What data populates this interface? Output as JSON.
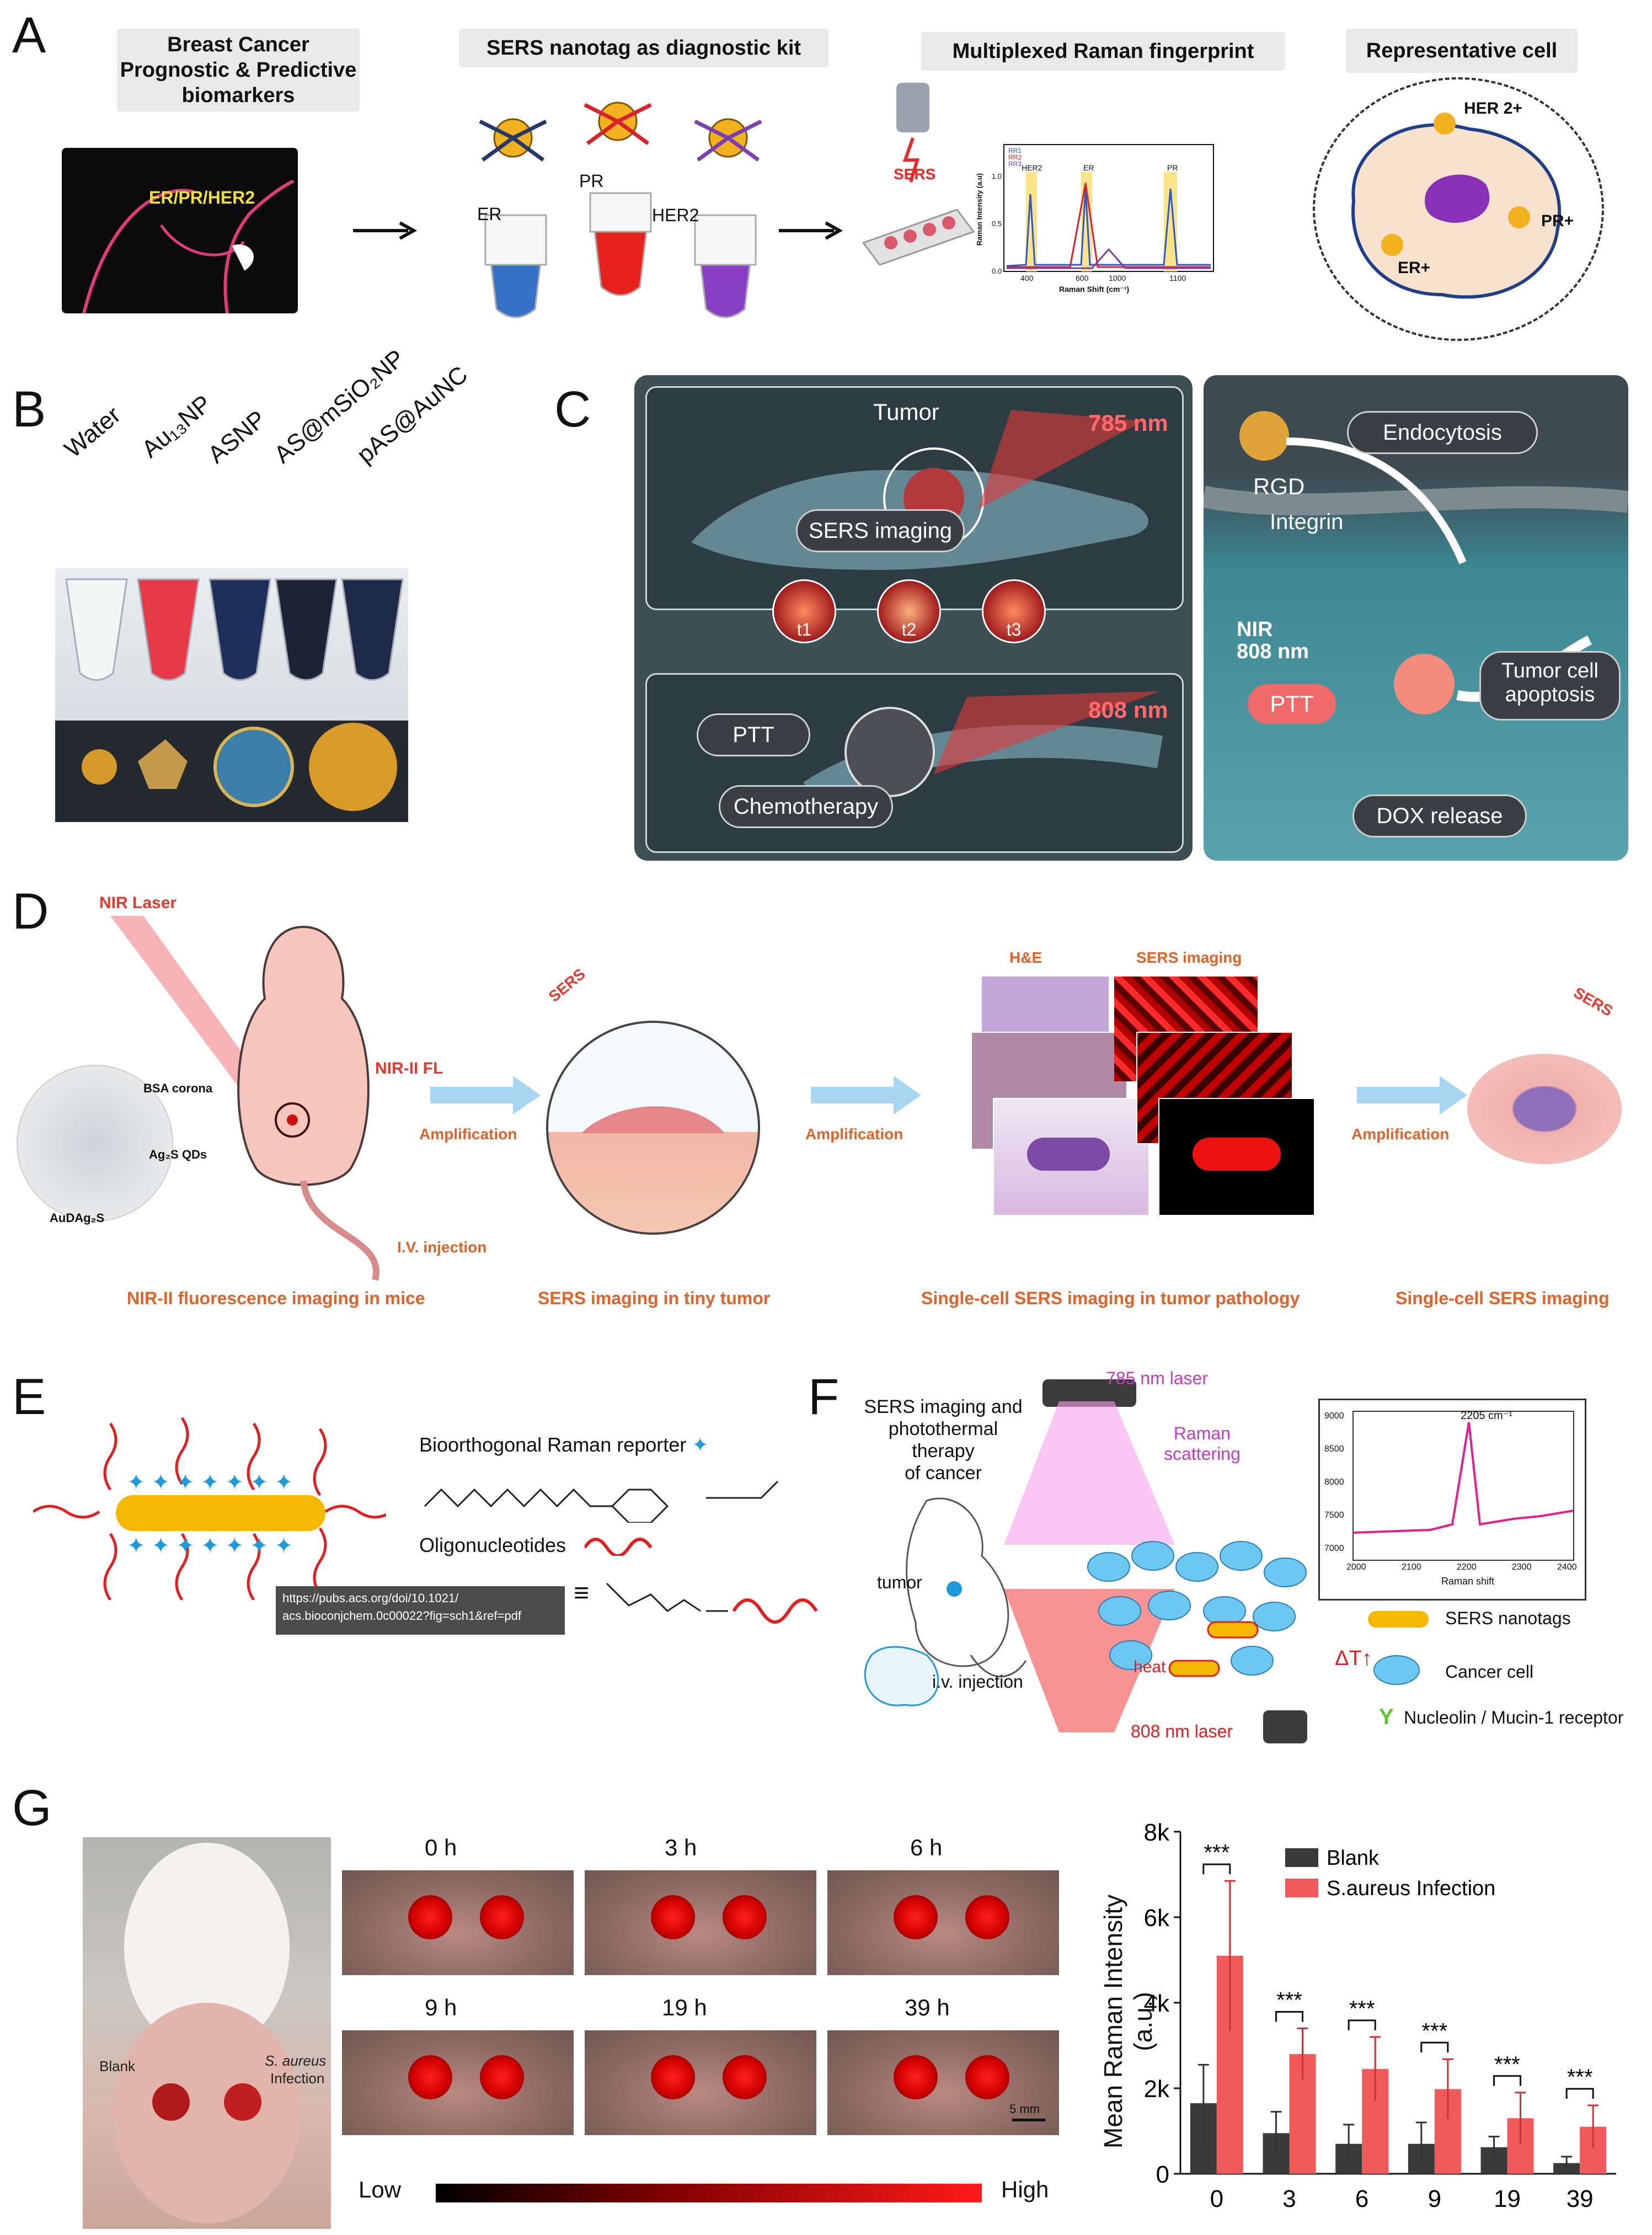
{
  "panels": {
    "A": {
      "label": "A",
      "box1": [
        "Breast Cancer",
        "Prognostic & Predictive",
        "biomarkers"
      ],
      "badge": "ER/PR/HER2",
      "box2": "SERS nanotag as diagnostic kit",
      "tubes": [
        "ER",
        "PR",
        "HER2"
      ],
      "box3": "Multiplexed Raman fingerprint",
      "sers_tag": "SERS",
      "spectrum": {
        "legend": [
          "RR1",
          "RR2",
          "RR3"
        ],
        "peaks": [
          "HER2",
          "ER",
          "PR"
        ],
        "ylabel": "Raman Intensity (a.u)",
        "xlabel": "Raman Shift (cm⁻¹)",
        "xticks": [
          "400",
          "600",
          "1000",
          "1100"
        ],
        "yticks": [
          "0.0",
          "0.5",
          "1.0"
        ]
      },
      "box4": "Representative cell",
      "cell_labels": [
        "HER 2+",
        "PR+",
        "ER+"
      ]
    },
    "B": {
      "label": "B",
      "tubes": [
        "Water",
        "Au₁₃NP",
        "ASNP",
        "AS@mSiO₂NP",
        "pAS@AuNC"
      ]
    },
    "C": {
      "label": "C",
      "tumor": "Tumor",
      "laser1": "785 nm",
      "sers_imaging": "SERS imaging",
      "times": [
        "t1",
        "t2",
        "t3"
      ],
      "laser2": "808 nm",
      "ptt": "PTT",
      "chemo": "Chemotherapy",
      "endocytosis": "Endocytosis",
      "rgd": "RGD",
      "integrin": "Integrin",
      "nir": "NIR",
      "nir_nm": "808 nm",
      "ptt2": "PTT",
      "apoptosis": [
        "Tumor cell",
        "apoptosis"
      ],
      "dox": "DOX release"
    },
    "D": {
      "label": "D",
      "nir_laser": "NIR Laser",
      "bsa": "BSA corona",
      "qds": "Ag₂S QDs",
      "audag": "AuDAg₂S",
      "nir_fl": "NIR-II FL",
      "iv": "I.V. injection",
      "amplification": "Amplification",
      "sers": "SERS",
      "he": "H&E",
      "sers_imaging": "SERS imaging",
      "captions": [
        "NIR-II  fluorescence imaging in mice",
        "SERS imaging in tiny tumor",
        "Single-cell SERS imaging in tumor pathology",
        "Single-cell SERS imaging"
      ]
    },
    "E": {
      "label": "E",
      "reporter": "Bioorthogonal Raman reporter",
      "oligo": "Oligonucleotides",
      "url": [
        "https://pubs.acs.org/doi/10.1021/",
        "acs.bioconjchem.0c00022?fig=sch1&ref=pdf"
      ],
      "equiv": "≡"
    },
    "F": {
      "label": "F",
      "title": [
        "SERS imaging and",
        "photothermal therapy",
        "of cancer"
      ],
      "laser785": "785 nm laser",
      "raman": [
        "Raman",
        "scattering"
      ],
      "peak": "2205 cm⁻¹",
      "yticks": [
        "9000",
        "8500",
        "8000",
        "7500",
        "7000"
      ],
      "xticks": [
        "2000",
        "2100",
        "2200",
        "2300",
        "2400"
      ],
      "xlabel": "Raman shift",
      "tumor": "tumor",
      "iv": "i.v. injection",
      "heat": "heat",
      "dt": "ΔT↑",
      "laser808": "808 nm laser",
      "legend": [
        "SERS nanotags",
        "Cancer cell",
        "Nucleolin / Mucin-1 receptor"
      ]
    },
    "G": {
      "label": "G",
      "blank": "Blank",
      "infection": [
        "S. aureus",
        "Infection"
      ],
      "times": [
        "0 h",
        "3 h",
        "6 h",
        "9 h",
        "19 h",
        "39 h"
      ],
      "scale": "5 mm",
      "low": "Low",
      "high": "High",
      "sig": "***"
    }
  },
  "chart_data": {
    "type": "bar",
    "categories": [
      "0",
      "3",
      "6",
      "9",
      "19",
      "39"
    ],
    "series": [
      {
        "name": "Blank",
        "values": [
          1650,
          950,
          700,
          700,
          620,
          250
        ],
        "errors": [
          900,
          500,
          450,
          500,
          250,
          150
        ],
        "color": "#3a3a3a"
      },
      {
        "name": "S.aureus Infection",
        "values": [
          5100,
          2800,
          2450,
          1980,
          1300,
          1100
        ],
        "errors": [
          1750,
          600,
          750,
          700,
          600,
          500
        ],
        "color": "#f05a5a"
      }
    ],
    "ylabel": "Mean Raman Intensity (a.u.)",
    "yticks": [
      "0",
      "2k",
      "4k",
      "6k",
      "8k"
    ],
    "ylim": [
      0,
      8000
    ],
    "annotation": "***"
  }
}
